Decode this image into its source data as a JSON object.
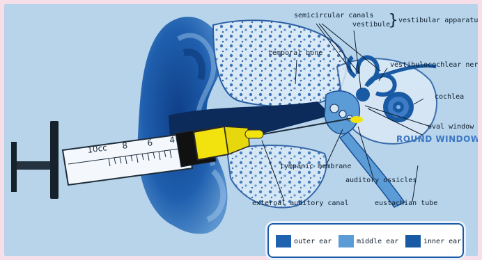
{
  "labels": {
    "semicircular_canals": "semicircular canals",
    "vestibule": "vestibule",
    "vestibular_apparatus": "vestibular apparatus",
    "temporal_bone": "temporal bone",
    "vestibulocochlear_nerve": "vestibulocochlear nerve",
    "cochlea": "cochlea",
    "oval_window": "oval window",
    "round_window": "ROUND WINDOW",
    "tympanic_membrane": "tympanic membrane",
    "auditory_ossicles": "auditory ossicles",
    "external_auditory_canal": "external auditory canal",
    "eustachian_tube": "eustachian tube",
    "brace": "}"
  },
  "syringe": {
    "ticks": [
      "10cc",
      "8",
      "6",
      "4"
    ]
  },
  "legend": [
    {
      "label": "outer ear",
      "color": "#1f63b0"
    },
    {
      "label": "middle ear",
      "color": "#5b9bd6"
    },
    {
      "label": "inner ear",
      "color": "#185aa3"
    }
  ],
  "colors": {
    "background": "#b7d4ea",
    "page_border": "#f6dfe8",
    "legend_border": "#1b5aa8",
    "syringe_liquid": "#f2e30f",
    "round_window_text": "#3c77c4"
  }
}
